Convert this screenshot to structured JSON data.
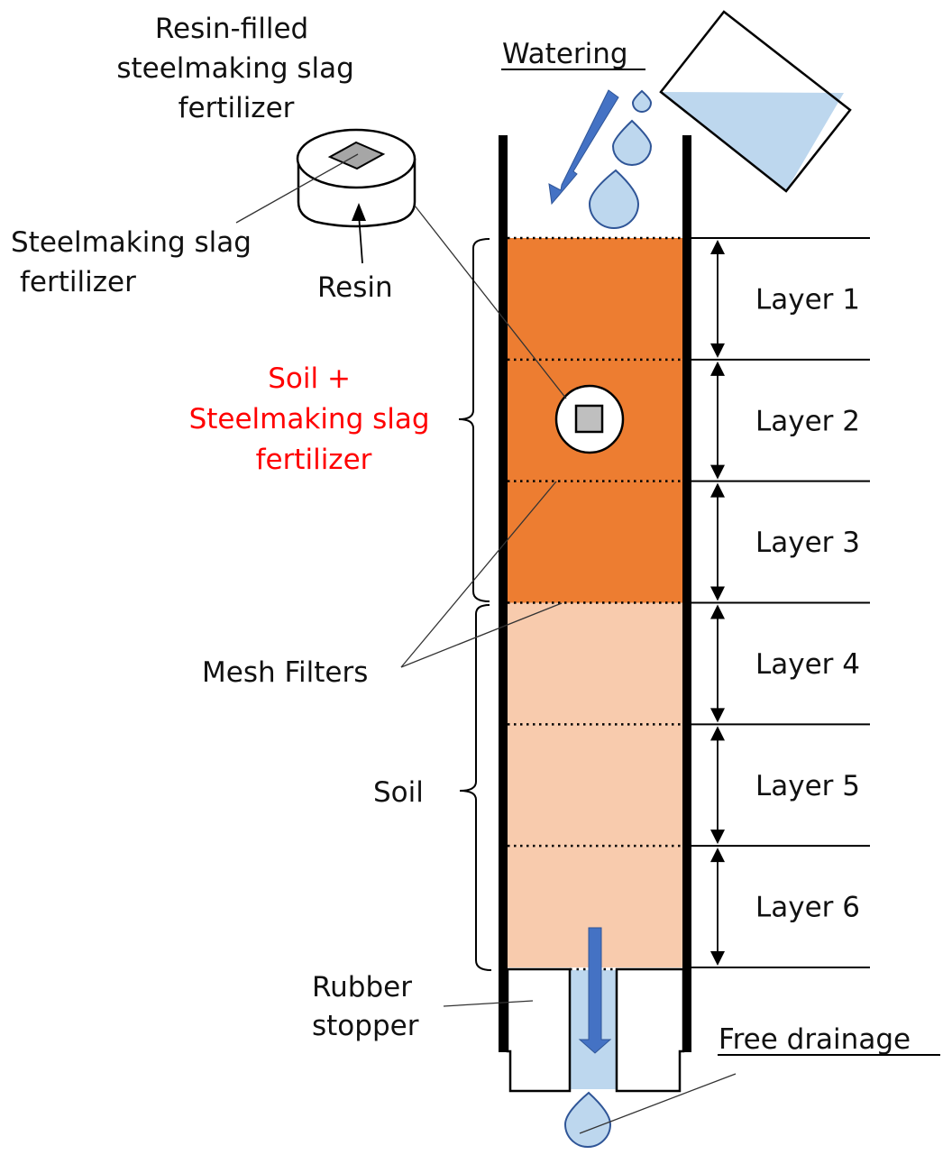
{
  "colors": {
    "soil_with_slag": "#ED7D31",
    "soil": "#F8CBAD",
    "water": "#BDD7EE",
    "water_outline": "#2F5597",
    "arrow": "#4472C4",
    "highlight_text": "#FF0000",
    "slag": "#BFBFBF",
    "line": "#000000"
  },
  "labels": {
    "resin_filled_title": [
      "Resin-filled",
      "steelmaking slag",
      "fertilizer"
    ],
    "slag_fertilizer": [
      "Steelmaking slag",
      "fertilizer"
    ],
    "resin": "Resin",
    "watering": "Watering",
    "soil_plus_slag": [
      "Soil +",
      "Steelmaking slag",
      "fertilizer"
    ],
    "mesh_filters": "Mesh Filters",
    "soil": "Soil",
    "rubber_stopper": [
      "Rubber",
      "stopper"
    ],
    "free_drainage": "Free drainage"
  },
  "layers": [
    {
      "label": "Layer 1",
      "material": "soil_with_slag"
    },
    {
      "label": "Layer 2",
      "material": "soil_with_slag"
    },
    {
      "label": "Layer 3",
      "material": "soil_with_slag"
    },
    {
      "label": "Layer 4",
      "material": "soil"
    },
    {
      "label": "Layer 5",
      "material": "soil"
    },
    {
      "label": "Layer 6",
      "material": "soil"
    }
  ]
}
